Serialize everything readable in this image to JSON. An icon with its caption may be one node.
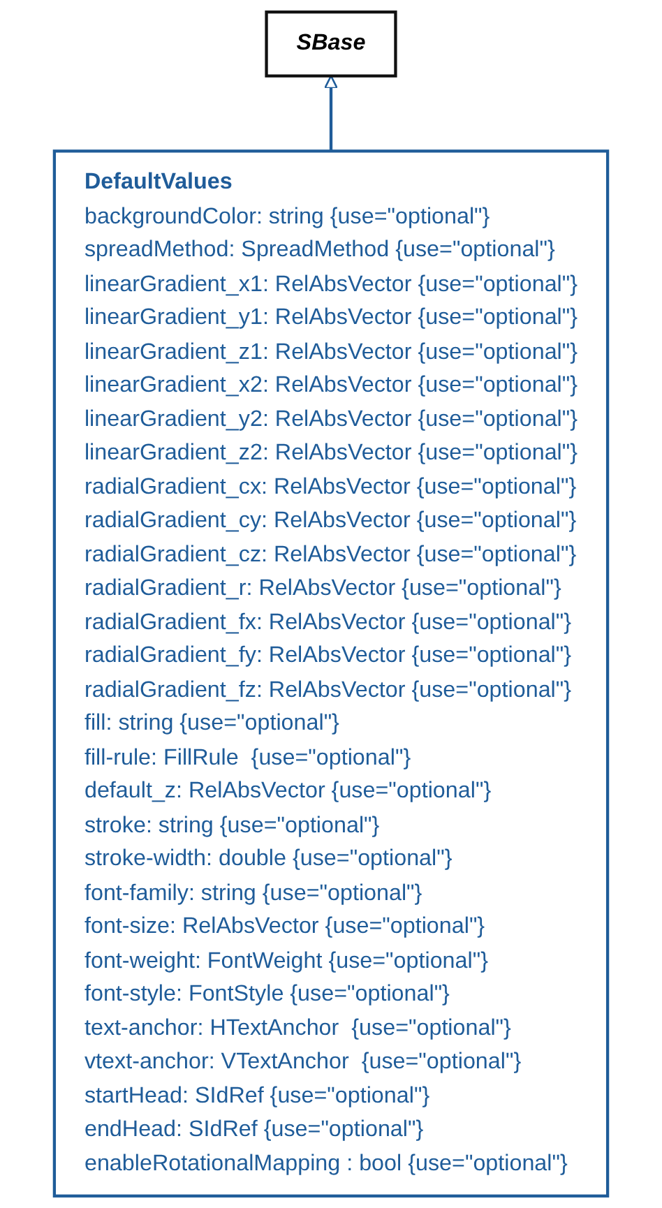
{
  "diagram": {
    "nodes": [
      {
        "text": [
          "SBase"
        ]
      },
      {
        "text": [
          "DefaultValues",
          "backgroundColor: string {use=\"optional\"}",
          "spreadMethod: SpreadMethod {use=\"optional\"}",
          "linearGradient_x1: RelAbsVector {use=\"optional\"}",
          "linearGradient_y1: RelAbsVector {use=\"optional\"}",
          "linearGradient_z1: RelAbsVector {use=\"optional\"}",
          "linearGradient_x2: RelAbsVector {use=\"optional\"}",
          "linearGradient_y2: RelAbsVector {use=\"optional\"}",
          "linearGradient_z2: RelAbsVector {use=\"optional\"}",
          "radialGradient_cx: RelAbsVector {use=\"optional\"}",
          "radialGradient_cy: RelAbsVector {use=\"optional\"}",
          "radialGradient_cz: RelAbsVector {use=\"optional\"}",
          "radialGradient_r: RelAbsVector {use=\"optional\"}",
          "radialGradient_fx: RelAbsVector {use=\"optional\"}",
          "radialGradient_fy: RelAbsVector {use=\"optional\"}",
          "radialGradient_fz: RelAbsVector {use=\"optional\"}",
          "fill: string {use=\"optional\"}",
          "fill-rule: FillRule  {use=\"optional\"}",
          "default_z: RelAbsVector {use=\"optional\"}",
          "stroke: string {use=\"optional\"}",
          "stroke-width: double {use=\"optional\"}",
          "font-family: string {use=\"optional\"}",
          "font-size: RelAbsVector {use=\"optional\"}",
          "font-weight: FontWeight {use=\"optional\"}",
          "font-style: FontStyle {use=\"optional\"}",
          "text-anchor: HTextAnchor  {use=\"optional\"}",
          "vtext-anchor: VTextAnchor  {use=\"optional\"}",
          "startHead: SIdRef {use=\"optional\"}",
          "endHead: SIdRef {use=\"optional\"}",
          "enableRotationalMapping : bool {use=\"optional\"}"
        ]
      }
    ],
    "edges": [
      {
        "from": 1,
        "to": 0,
        "arrow": "to"
      }
    ]
  }
}
